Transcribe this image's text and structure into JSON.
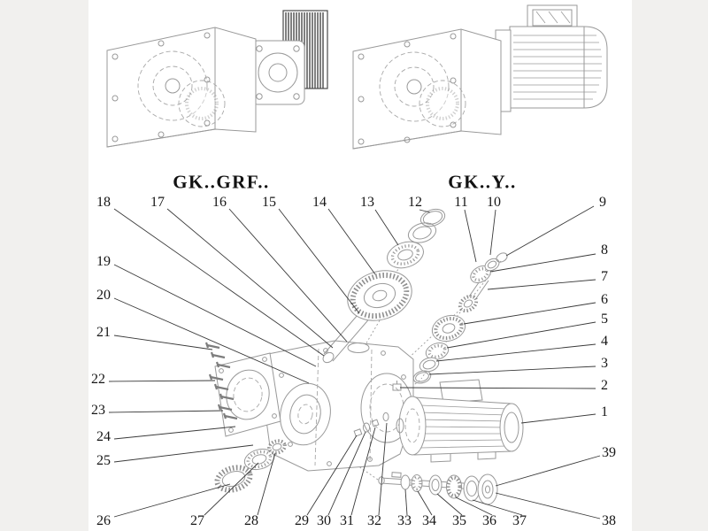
{
  "diagram": {
    "title_left": "GK..GRF..",
    "title_right": "GK..Y.."
  },
  "callouts": {
    "c1": {
      "n": "1"
    },
    "c2": {
      "n": "2"
    },
    "c3": {
      "n": "3"
    },
    "c4": {
      "n": "4"
    },
    "c5": {
      "n": "5"
    },
    "c6": {
      "n": "6"
    },
    "c7": {
      "n": "7"
    },
    "c8": {
      "n": "8"
    },
    "c9": {
      "n": "9"
    },
    "c10": {
      "n": "10"
    },
    "c11": {
      "n": "11"
    },
    "c12": {
      "n": "12"
    },
    "c13": {
      "n": "13"
    },
    "c14": {
      "n": "14"
    },
    "c15": {
      "n": "15"
    },
    "c16": {
      "n": "16"
    },
    "c17": {
      "n": "17"
    },
    "c18": {
      "n": "18"
    },
    "c19": {
      "n": "19"
    },
    "c20": {
      "n": "20"
    },
    "c21": {
      "n": "21"
    },
    "c22": {
      "n": "22"
    },
    "c23": {
      "n": "23"
    },
    "c24": {
      "n": "24"
    },
    "c25": {
      "n": "25"
    },
    "c26": {
      "n": "26"
    },
    "c27": {
      "n": "27"
    },
    "c28": {
      "n": "28"
    },
    "c29": {
      "n": "29"
    },
    "c30": {
      "n": "30"
    },
    "c31": {
      "n": "31"
    },
    "c32": {
      "n": "32"
    },
    "c33": {
      "n": "33"
    },
    "c34": {
      "n": "34"
    },
    "c35": {
      "n": "35"
    },
    "c36": {
      "n": "36"
    },
    "c37": {
      "n": "37"
    },
    "c38": {
      "n": "38"
    },
    "c39": {
      "n": "39"
    }
  },
  "colors": {
    "line": "#999999",
    "leader": "#3a3a3a",
    "text": "#161616",
    "paper": "#ffffff",
    "margin": "#f1f0ee"
  }
}
